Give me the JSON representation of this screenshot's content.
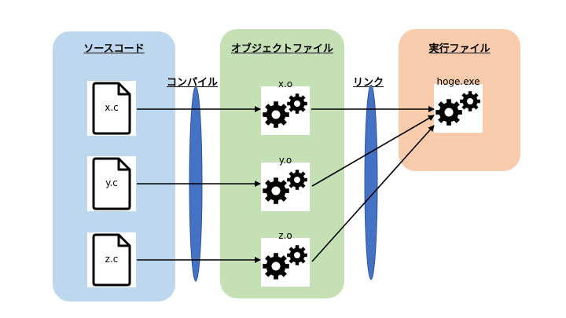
{
  "panels": {
    "source": {
      "title": "ソースコード",
      "color": "#bdd7ee"
    },
    "object": {
      "title": "オブジェクトファイル",
      "color": "#c5e0b4"
    },
    "exe": {
      "title": "実行ファイル",
      "color": "#f8cbad"
    }
  },
  "lenses": {
    "compile": {
      "label": "コンパイル",
      "color": "#4472c4"
    },
    "link": {
      "label": "リンク",
      "color": "#4472c4"
    }
  },
  "sources": [
    {
      "label": "x.c",
      "icon": "document-icon"
    },
    {
      "label": "y.c",
      "icon": "document-icon"
    },
    {
      "label": "z.c",
      "icon": "document-icon"
    }
  ],
  "objects": [
    {
      "label": "x.o",
      "icon": "gears-icon"
    },
    {
      "label": "y.o",
      "icon": "gears-icon"
    },
    {
      "label": "z.o",
      "icon": "gears-icon"
    }
  ],
  "executable": {
    "label": "hoge.exe",
    "icon": "gears-icon"
  }
}
